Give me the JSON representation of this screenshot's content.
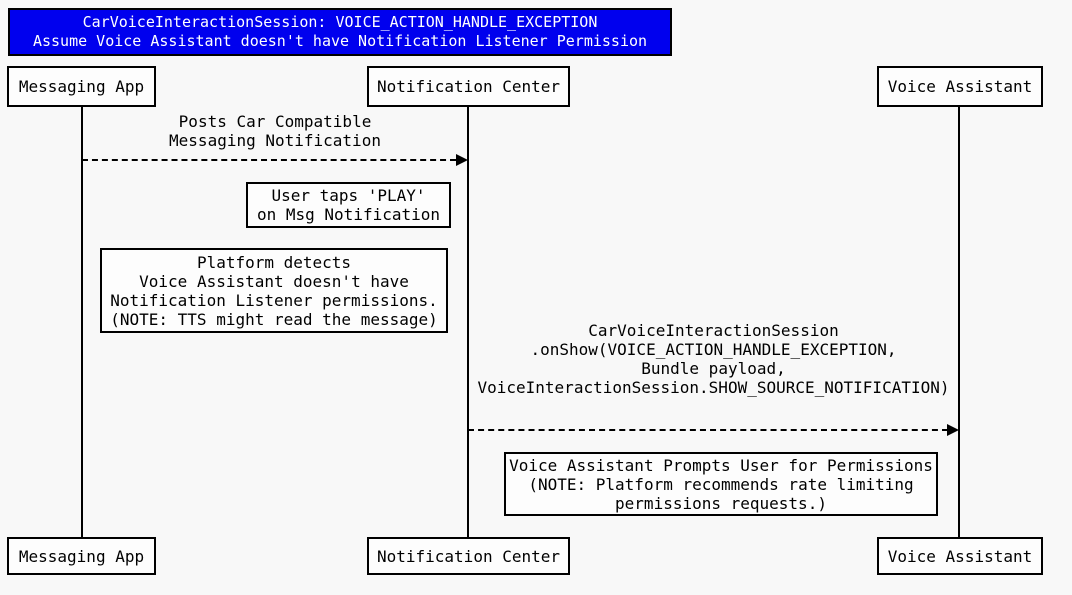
{
  "title": {
    "line1": "CarVoiceInteractionSession: VOICE_ACTION_HANDLE_EXCEPTION",
    "line2": "Assume Voice Assistant doesn't have Notification Listener Permission",
    "bg_color": "#0000ee",
    "text_color": "#ffffff"
  },
  "actors": [
    {
      "id": "messaging-app",
      "label": "Messaging App"
    },
    {
      "id": "notification-center",
      "label": "Notification Center"
    },
    {
      "id": "voice-assistant",
      "label": "Voice Assistant"
    }
  ],
  "messages": [
    {
      "from": "messaging-app",
      "to": "notification-center",
      "style": "dashed",
      "label_lines": {
        "0": "Posts Car Compatible",
        "1": "Messaging Notification"
      }
    },
    {
      "from": "notification-center",
      "to": "voice-assistant",
      "style": "dashed",
      "label_lines": {
        "0": "CarVoiceInteractionSession",
        "1": ".onShow(VOICE_ACTION_HANDLE_EXCEPTION,",
        "2": "Bundle payload,",
        "3": "VoiceInteractionSession.SHOW_SOURCE_NOTIFICATION)"
      }
    }
  ],
  "notes": [
    {
      "lines": {
        "0": "User taps 'PLAY'",
        "1": "on Msg Notification"
      }
    },
    {
      "lines": {
        "0": "Platform detects",
        "1": "Voice Assistant doesn't have",
        "2": "Notification Listener permissions.",
        "3": "(NOTE: TTS might read the message)"
      }
    },
    {
      "lines": {
        "0": "Voice Assistant Prompts User for Permissions",
        "1": "(NOTE: Platform recommends rate limiting",
        "2": "permissions requests.)"
      }
    }
  ],
  "colors": {
    "background": "#f8f8f8",
    "box_background": "#fdfdfd",
    "line": "#000000",
    "title_bg": "#0000ee",
    "title_text": "#ffffff"
  }
}
